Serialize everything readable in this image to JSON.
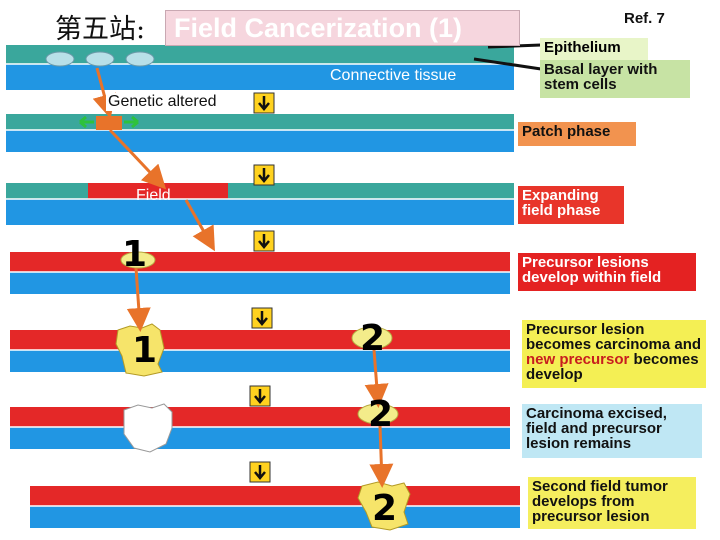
{
  "header": {
    "station": "第五站:",
    "title": "Field Cancerization (1)",
    "ref": "Ref. 7"
  },
  "labels": {
    "connective_tissue": "Connective tissue",
    "genetic_altered": "Genetic altered",
    "field": "Field",
    "epithelium": "Epithelium",
    "basal_layer": "Basal layer with stem cells"
  },
  "stages": [
    {
      "label": "Patch phase"
    },
    {
      "label": "Expanding field phase"
    },
    {
      "label": "Precursor lesions develop within field"
    },
    {
      "label_part1": "Precursor lesion becomes carcinoma and ",
      "label_highlight": "new precursor",
      "label_part3": " becomes develop"
    },
    {
      "label": "Carcinoma excised, field and precursor lesion remains"
    },
    {
      "label": "Second field tumor develops from precursor lesion"
    }
  ],
  "lesion_numbers": [
    "1",
    "1",
    "2",
    "2",
    "2"
  ],
  "colors": {
    "epithelium_teal": "#3aa79c",
    "connective_blue": "#2196e3",
    "field_red": "#e42828",
    "arrow_orange": "#e8732a",
    "marker_yellow": "#ffd21f",
    "title_bg": "#f6d6de"
  },
  "icons": [
    "down-arrow-marker-icon",
    "orange-arrow-icon",
    "green-arrow-icon"
  ]
}
